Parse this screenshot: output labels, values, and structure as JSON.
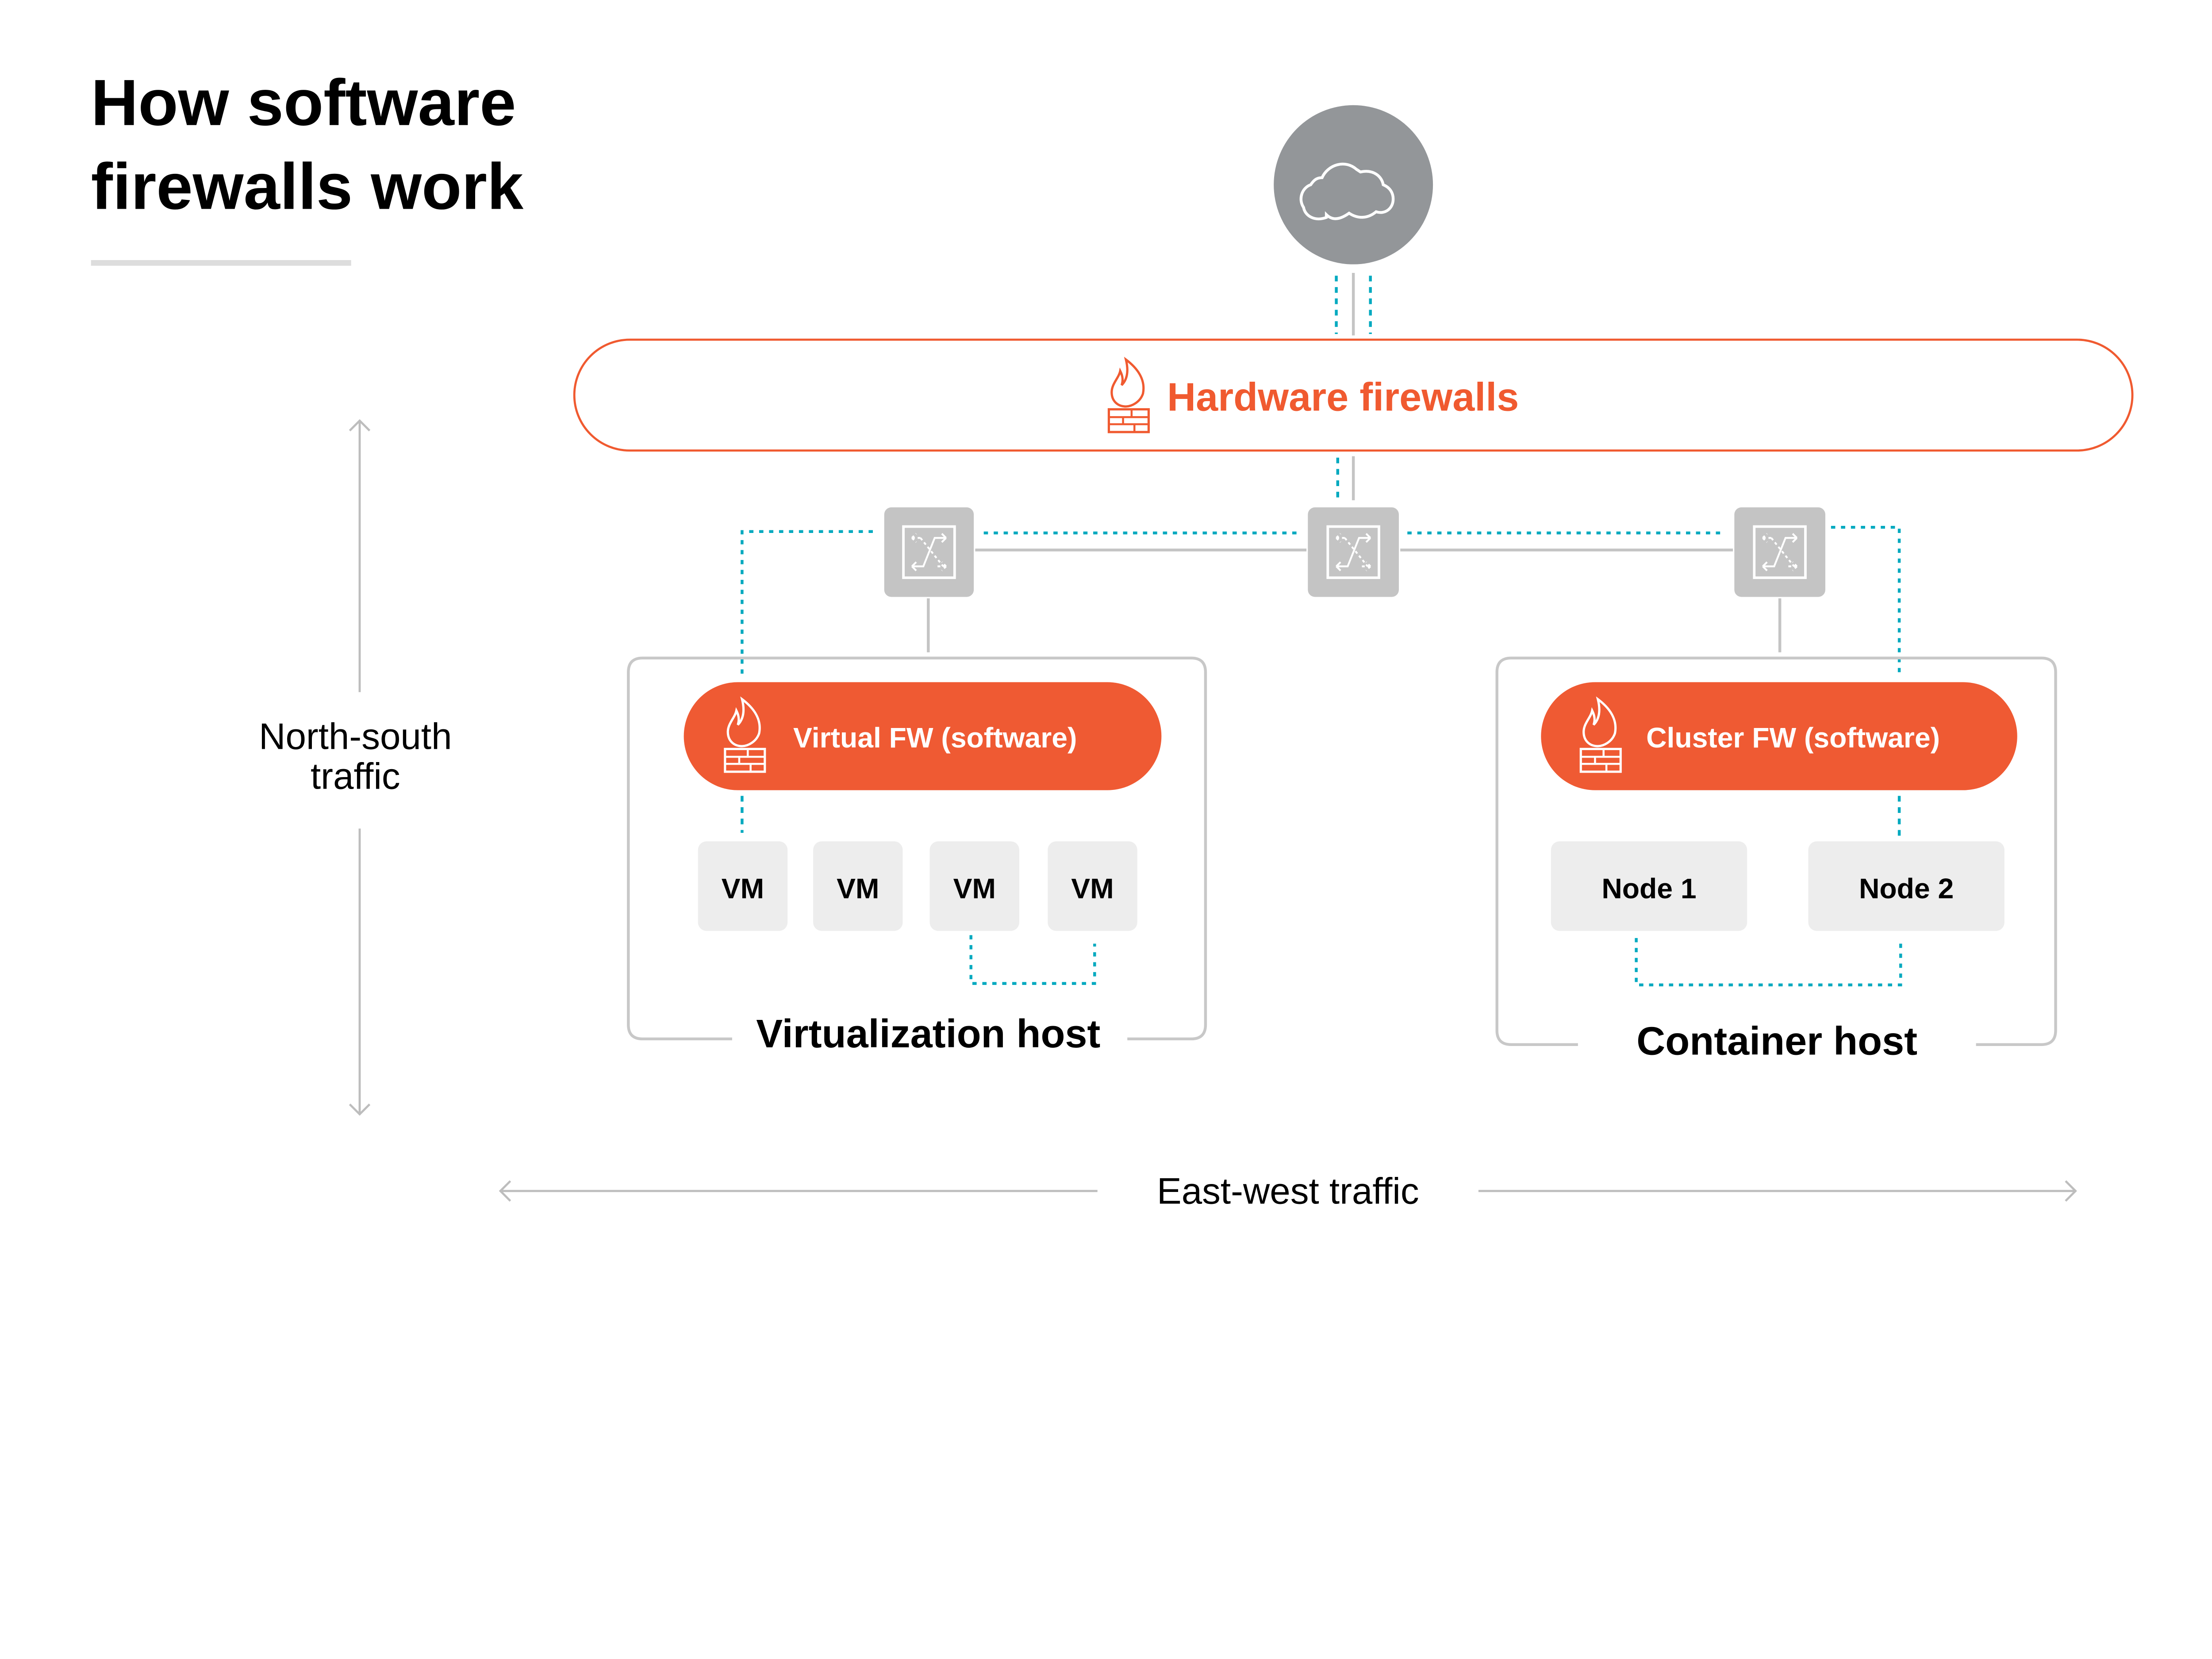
{
  "title": {
    "line1": "How software",
    "line2": "firewalls work"
  },
  "cloud": {
    "icon": "cloud-icon"
  },
  "hardware_firewalls": {
    "label": "Hardware firewalls",
    "icon": "firewall-icon"
  },
  "switches": [
    {
      "icon": "switch-icon"
    },
    {
      "icon": "switch-icon"
    },
    {
      "icon": "switch-icon"
    }
  ],
  "virtualization_host": {
    "label": "Virtualization host",
    "firewall_label": "Virtual FW (software)",
    "vms": [
      "VM",
      "VM",
      "VM",
      "VM"
    ]
  },
  "container_host": {
    "label": "Container host",
    "firewall_label": "Cluster FW (software)",
    "nodes": [
      "Node 1",
      "Node 2"
    ]
  },
  "axes": {
    "north_south": {
      "line1": "North-south",
      "line2": "traffic"
    },
    "east_west": "East-west traffic"
  },
  "colors": {
    "accent": "#F05A30",
    "teal": "#00A9BF",
    "gray": "#C4C4C4",
    "cloud": "#939699",
    "box": "#EDEDED"
  }
}
